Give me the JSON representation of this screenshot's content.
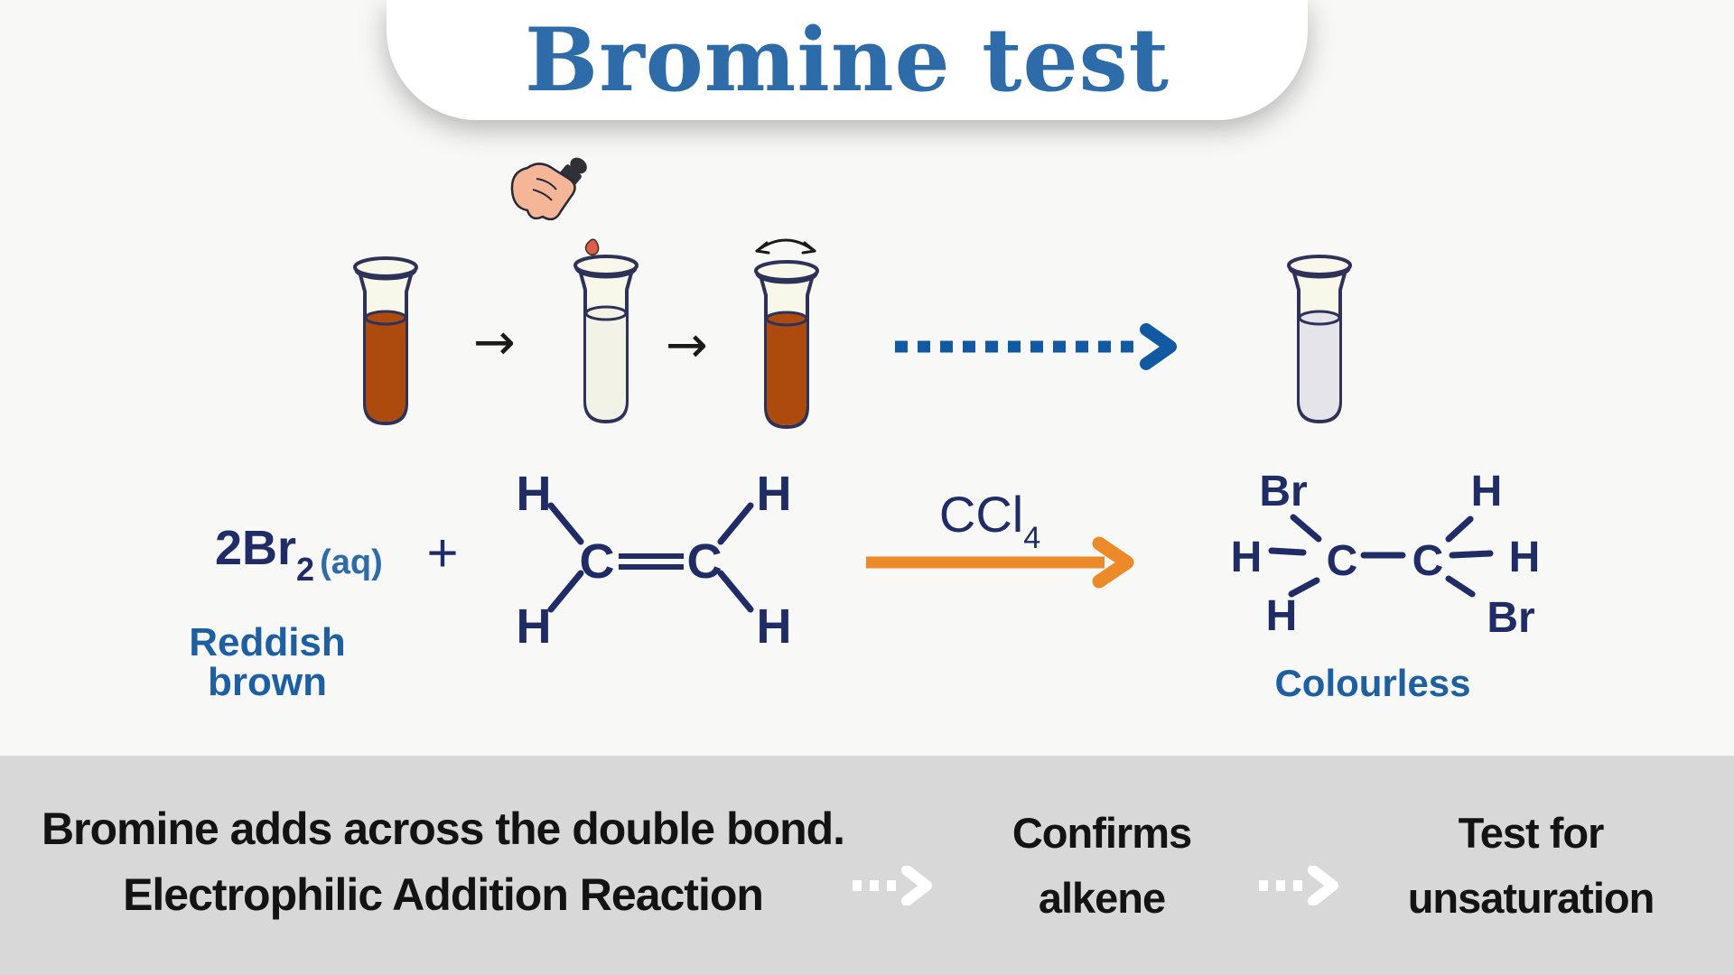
{
  "title": "Bromine test",
  "colors": {
    "bg": "#f8f8f7",
    "banner-bg": "#ffffff",
    "title-blue": "#2d6ca8",
    "label-blue": "#1d5fa0",
    "navy": "#1f2c66",
    "outline": "#2e3158",
    "bromine": "#ad4a0e",
    "glass": "#f7f7ea",
    "pale-liquid": "#f2f2e6",
    "colourless-liquid": "#e4e4ea",
    "orange": "#ec8928",
    "dot-blue": "#1159a3",
    "footer-bg": "#d8d8d8",
    "footer-text": "#131313",
    "skin": "#f5b697",
    "drop-red": "#d95f4b",
    "arrow-black": "#1a1a1a",
    "dash-white": "#ffffff"
  },
  "procedure": {
    "step_arrow": "→",
    "tube_liquids": [
      "reddish_brown",
      "pale",
      "reddish_brown",
      "colourless"
    ]
  },
  "equation": {
    "reagent_formula": "2Br",
    "reagent_subscript": "2",
    "reagent_state": "(aq)",
    "reagent_color_label": "Reddish brown",
    "plus": "+",
    "atom_h": "H",
    "atom_c": "C",
    "atom_br": "Br",
    "solvent_formula": "CCl",
    "solvent_subscript": "4",
    "product_color_label": "Colourless"
  },
  "footer": {
    "note_line1": "Bromine adds across the double bond.",
    "note_line2": "Electrophilic Addition Reaction",
    "confirms_line1": "Confirms",
    "confirms_line2": "alkene",
    "test_line1": "Test for",
    "test_line2": "unsaturation"
  }
}
